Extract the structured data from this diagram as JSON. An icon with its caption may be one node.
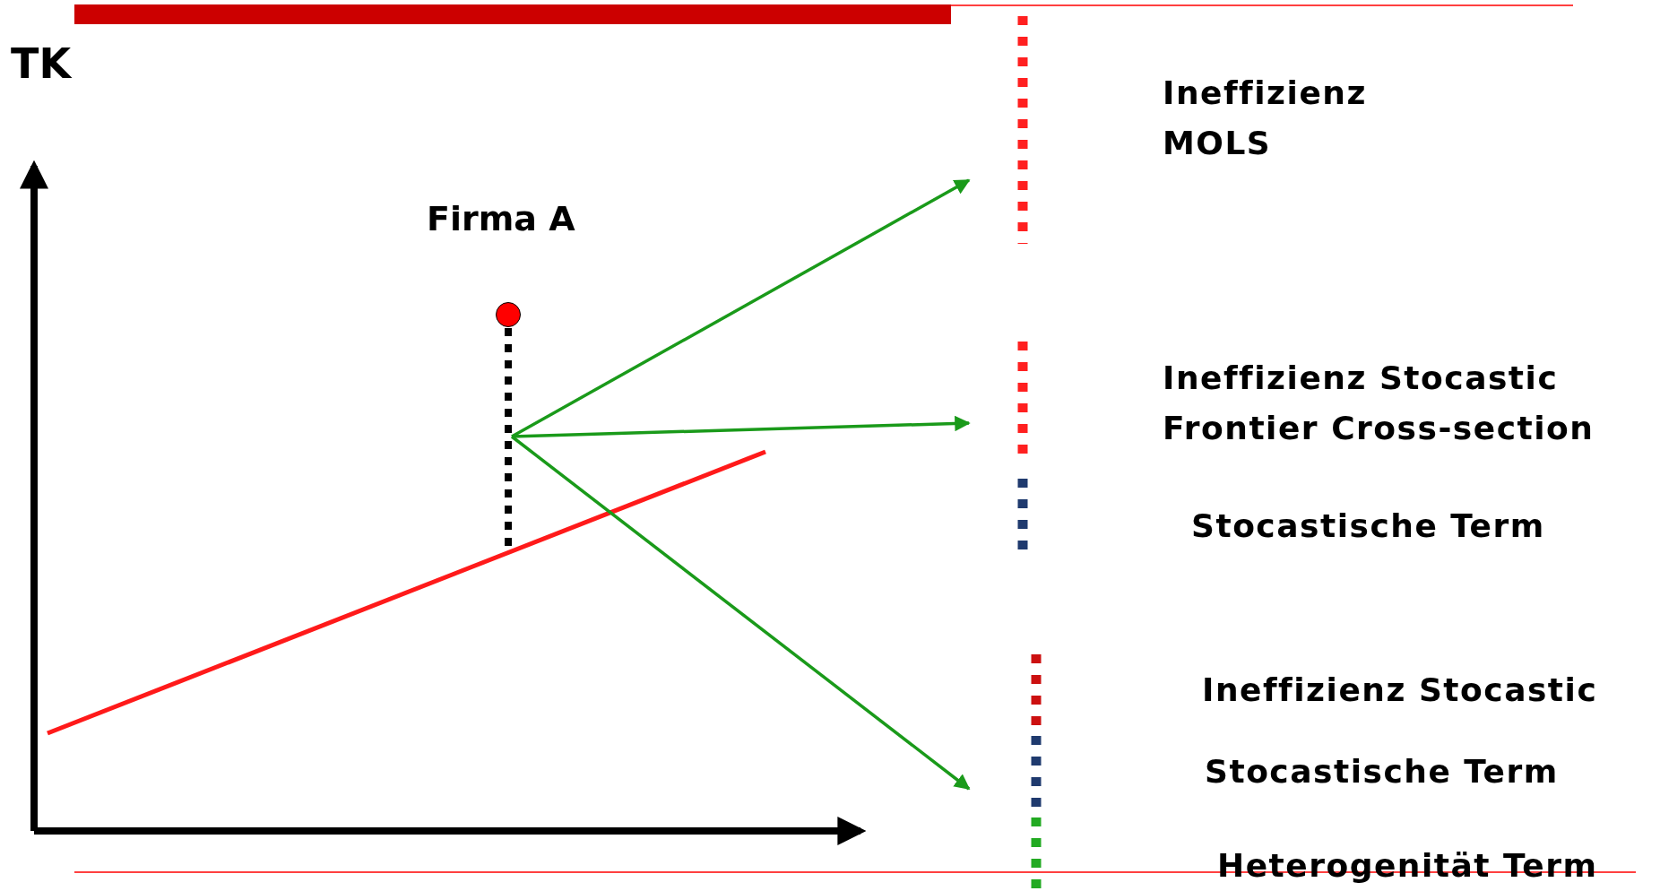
{
  "diagram": {
    "nodes": [
      {
        "text": [],
        "shape": "circle",
        "beside": [
          "Firma A"
        ]
      },
      {
        "text": [],
        "shape": "bar"
      },
      {
        "text": [
          "Ineffizienz MOLS"
        ]
      },
      {
        "text": [
          "Ineffizienz Stocastic Frontier Cross-section",
          "Stocastische Term"
        ]
      },
      {
        "text": [
          "Ineffizienz Stocastic",
          "Stocastische Term",
          "Heterogenität Term"
        ]
      }
    ],
    "edges": [
      {
        "from": 1,
        "to": 2,
        "arrow": "to"
      },
      {
        "from": 1,
        "to": 3,
        "arrow": "to"
      },
      {
        "from": 1,
        "to": 4,
        "arrow": "to"
      }
    ],
    "labels": [
      "TK"
    ]
  }
}
